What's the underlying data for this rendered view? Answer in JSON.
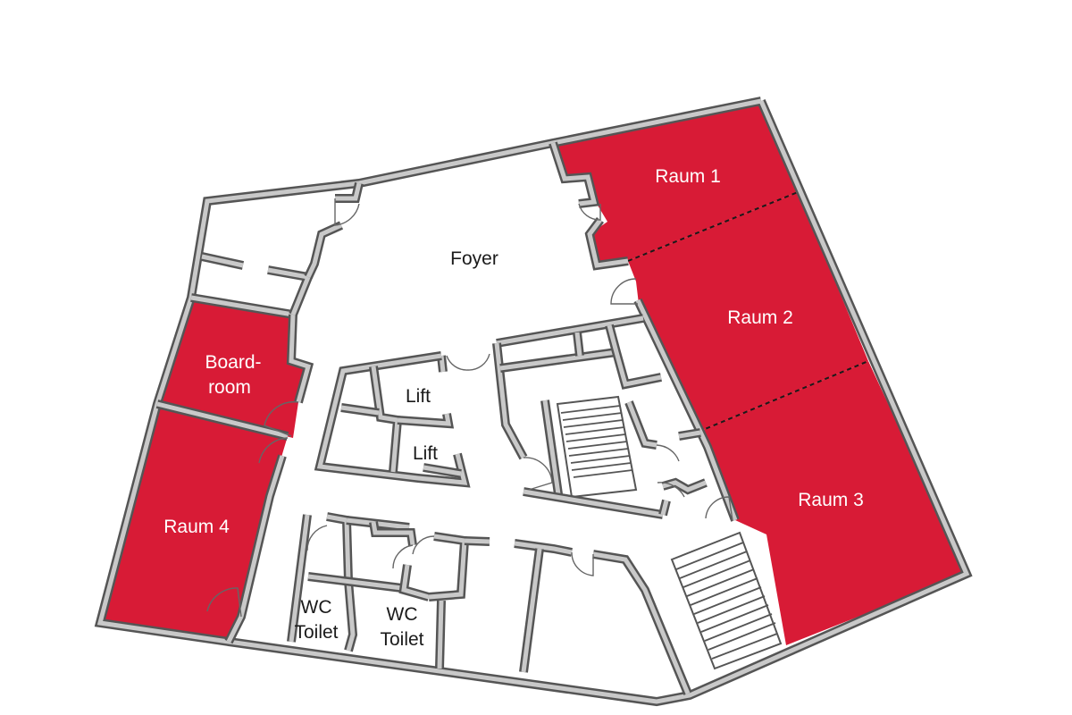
{
  "colors": {
    "highlight_room": "#d81b36",
    "label_on_highlight": "#ffffff",
    "label_default": "#1a1a1a",
    "wall": "#555555",
    "wall_core": "#c9c9c9"
  },
  "rooms": {
    "raum1": "Raum 1",
    "raum2": "Raum 2",
    "raum3": "Raum 3",
    "raum4": "Raum 4",
    "boardroom_line1": "Board-",
    "boardroom_line2": "room",
    "foyer": "Foyer",
    "lift_1": "Lift",
    "lift_2": "Lift",
    "wc_1_line1": "WC",
    "wc_1_line2": "Toilet",
    "wc_2_line1": "WC",
    "wc_2_line2": "Toilet"
  }
}
